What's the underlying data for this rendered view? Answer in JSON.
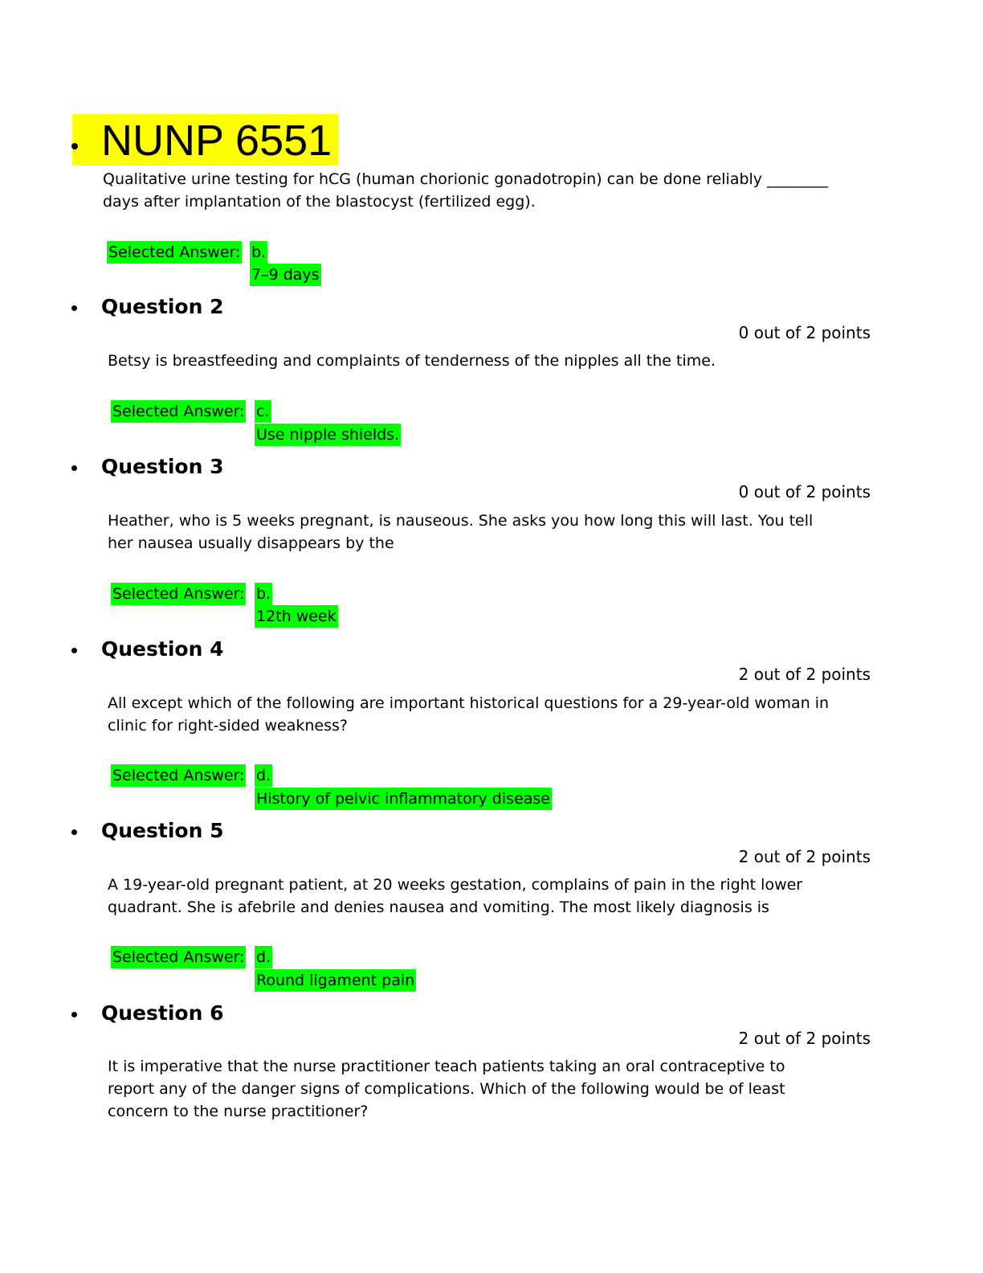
{
  "title": "NUNP 6551",
  "selected_answer_label": "Selected Answer:",
  "questions": [
    {
      "heading": "",
      "points": "",
      "text": "Qualitative urine testing for hCG (human chorionic gonadotropin) can be done reliably ________ days after implantation of the blastocyst (fertilized egg).",
      "answer_letter": "b.",
      "answer_text": "7–9 days"
    },
    {
      "heading": "Question 2",
      "points": "0 out of 2 points",
      "text": "Betsy is breastfeeding and complaints of tenderness of the nipples all the time.",
      "answer_letter": "c.",
      "answer_text": "Use nipple shields."
    },
    {
      "heading": "Question 3",
      "points": "0 out of 2 points",
      "text": "Heather, who is 5 weeks pregnant, is nauseous. She asks you how long this will last. You tell her nausea usually disappears by the",
      "answer_letter": "b.",
      "answer_text": "12th week"
    },
    {
      "heading": "Question 4",
      "points": "2 out of 2 points",
      "text": "All except which of the following are important historical questions for a 29-year-old woman in clinic for right-sided weakness?",
      "answer_letter": "d.",
      "answer_text": "History of pelvic inflammatory disease"
    },
    {
      "heading": "Question 5",
      "points": "2 out of 2 points",
      "text": "A 19-year-old pregnant patient, at 20 weeks gestation, complains of pain in the right lower quadrant. She is afebrile and denies nausea and vomiting. The most likely diagnosis is",
      "answer_letter": "d.",
      "answer_text": "Round ligament pain"
    },
    {
      "heading": "Question 6",
      "points": "2 out of 2 points",
      "text": "It is imperative that the nurse practitioner teach patients taking an oral contraceptive to report any of the danger signs of complications. Which of the following would be of least concern to the nurse practitioner?",
      "answer_letter": "",
      "answer_text": ""
    }
  ],
  "colors": {
    "title_highlight": "#ffff00",
    "answer_highlight": "#00ff00"
  }
}
